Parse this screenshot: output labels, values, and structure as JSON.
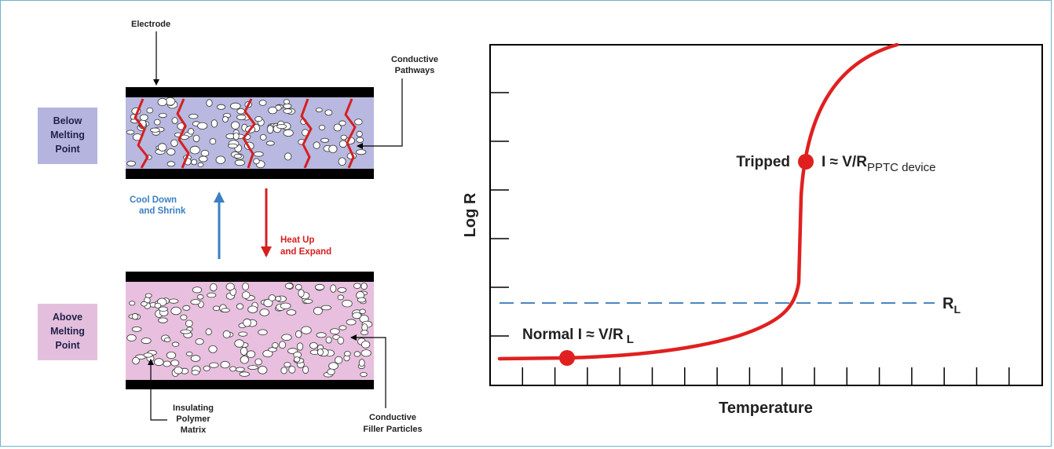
{
  "colors": {
    "frame": "#6fb3c9",
    "below_fill": "#b8b8e0",
    "below_label_bg": "#b4b4de",
    "above_fill": "#e8bfde",
    "above_label_bg": "#e3bfdd",
    "pathway_red": "#d42020",
    "cool_blue": "#3a7fc4",
    "curve_red": "#e02020",
    "dashed_blue": "#4a86c0"
  },
  "diagram": {
    "electrode": "Electrode",
    "conductive_pathways": [
      "Conductive",
      "Pathways"
    ],
    "below_state": [
      "Below",
      "Melting",
      "Point"
    ],
    "cool_down": [
      "Cool Down",
      "and Shrink"
    ],
    "heat_up": [
      "Heat Up",
      "and Expand"
    ],
    "above_state": [
      "Above",
      "Melting",
      "Point"
    ],
    "insulating_matrix": [
      "Insulating",
      "Polymer",
      "Matrix"
    ],
    "filler_particles": [
      "Conductive",
      "Filler Particles"
    ]
  },
  "chart": {
    "ylabel": "Log R",
    "xlabel": "Temperature",
    "tripped_label": "Tripped",
    "tripped_formula": "I ≈ V/R",
    "tripped_sub": "PPTC device",
    "normal_formula": "Normal I ≈ V/R",
    "normal_sub": "L",
    "rl_main": "R",
    "rl_sub": "L"
  },
  "chart_data": {
    "type": "line",
    "title": "",
    "xlabel": "Temperature",
    "ylabel": "Log R",
    "grid": false,
    "x_ticks": 16,
    "y_ticks": 6,
    "series": [
      {
        "values": []
      }
    ],
    "reference_line": {
      "label": "RL",
      "style": "dashed"
    },
    "markers": [
      {
        "label": "Normal I ≈ V/RL"
      },
      {
        "label": "Tripped I ≈ V/RPPTC device"
      }
    ]
  }
}
